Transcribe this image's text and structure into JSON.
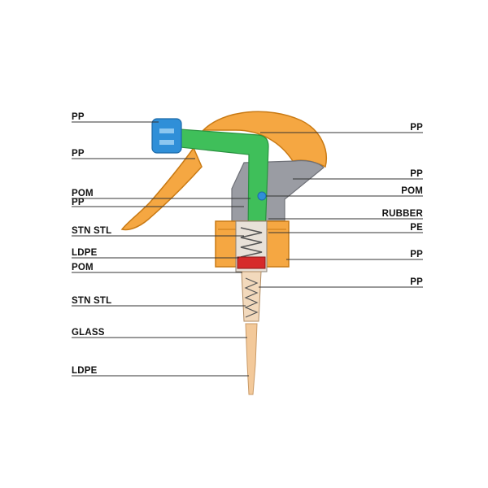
{
  "labels_left": [
    {
      "id": "pp-nozzle",
      "text": "PP"
    },
    {
      "id": "pp-body",
      "text": "PP"
    },
    {
      "id": "pom-valve",
      "text": "POM"
    },
    {
      "id": "pp-piston",
      "text": "PP"
    },
    {
      "id": "stn-stl-spring",
      "text": "STN STL"
    },
    {
      "id": "ldpe-gasket",
      "text": "LDPE"
    },
    {
      "id": "pom-seat",
      "text": "POM"
    },
    {
      "id": "stn-stl-lower-spring",
      "text": "STN STL"
    },
    {
      "id": "glass-ball",
      "text": "GLASS"
    },
    {
      "id": "ldpe-tube",
      "text": "LDPE"
    }
  ],
  "labels_right": [
    {
      "id": "pp-shroud",
      "text": "PP"
    },
    {
      "id": "pp-grey",
      "text": "PP"
    },
    {
      "id": "pom-ball",
      "text": "POM"
    },
    {
      "id": "rubber",
      "text": "RUBBER"
    },
    {
      "id": "pe",
      "text": "PE"
    },
    {
      "id": "pp-cap",
      "text": "PP"
    },
    {
      "id": "pp-cylinder",
      "text": "PP"
    }
  ],
  "colors": {
    "orange": "#f5a742",
    "orange_dark": "#d98a1e",
    "green": "#3fbf5a",
    "green_dark": "#2a9140",
    "blue": "#2f8fd8",
    "grey": "#9a9ca3",
    "red": "#d62a2a",
    "tube": "#f3c99a",
    "line": "#333333"
  }
}
